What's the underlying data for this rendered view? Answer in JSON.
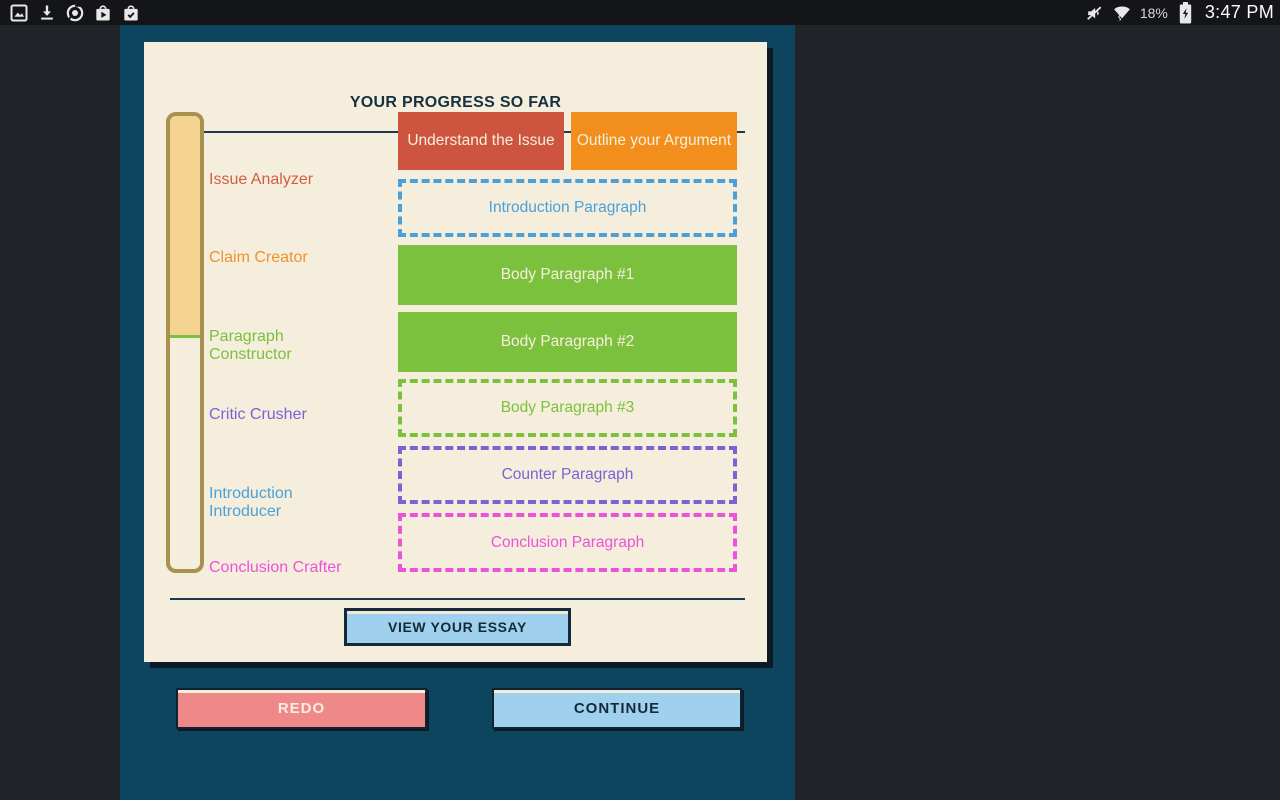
{
  "status_bar": {
    "time": "3:47 PM",
    "battery_percent": "18%",
    "left_icons": [
      "gallery-icon",
      "download-icon",
      "chrome-icon",
      "play-store-icon",
      "bag-check-icon"
    ],
    "right_icons": [
      "mute-icon",
      "wifi-icon",
      "battery-charging-icon"
    ]
  },
  "progress_panel": {
    "title": "YOUR PROGRESS SO FAR",
    "milestones": [
      {
        "label": "Issue Analyzer",
        "color": "#d15f41"
      },
      {
        "label": "Claim Creator",
        "color": "#f0922e"
      },
      {
        "label": "Paragraph Constructor",
        "color": "#7bc13d"
      },
      {
        "label": "Critic Crusher",
        "color": "#7a63d5"
      },
      {
        "label": "Introduction Introducer",
        "color": "#4aa0d9"
      },
      {
        "label": "Conclusion Crafter",
        "color": "#ec52da"
      }
    ],
    "progress_bar": {
      "fill_percent": 49,
      "fill_color": "#f4d391",
      "border_color": "#a8904f",
      "marker_color": "#7bc13d"
    },
    "steps": [
      {
        "label": "Understand the Issue",
        "state": "filled",
        "color": "#cd5540"
      },
      {
        "label": "Outline your Argument",
        "state": "filled",
        "color": "#f28e1b"
      },
      {
        "label": "Introduction Paragraph",
        "state": "dashed",
        "color": "#4aa0d9"
      },
      {
        "label": "Body Paragraph #1",
        "state": "filled",
        "color": "#7bc13d"
      },
      {
        "label": "Body Paragraph #2",
        "state": "filled",
        "color": "#7bc13d"
      },
      {
        "label": "Body Paragraph #3",
        "state": "dashed",
        "color": "#7bc13d"
      },
      {
        "label": "Counter Paragraph",
        "state": "dashed",
        "color": "#7a63d5"
      },
      {
        "label": "Conclusion Paragraph",
        "state": "dashed",
        "color": "#ec52da"
      }
    ],
    "view_essay_button": "VIEW YOUR ESSAY"
  },
  "footer": {
    "redo_button": "REDO",
    "continue_button": "CONTINUE"
  }
}
